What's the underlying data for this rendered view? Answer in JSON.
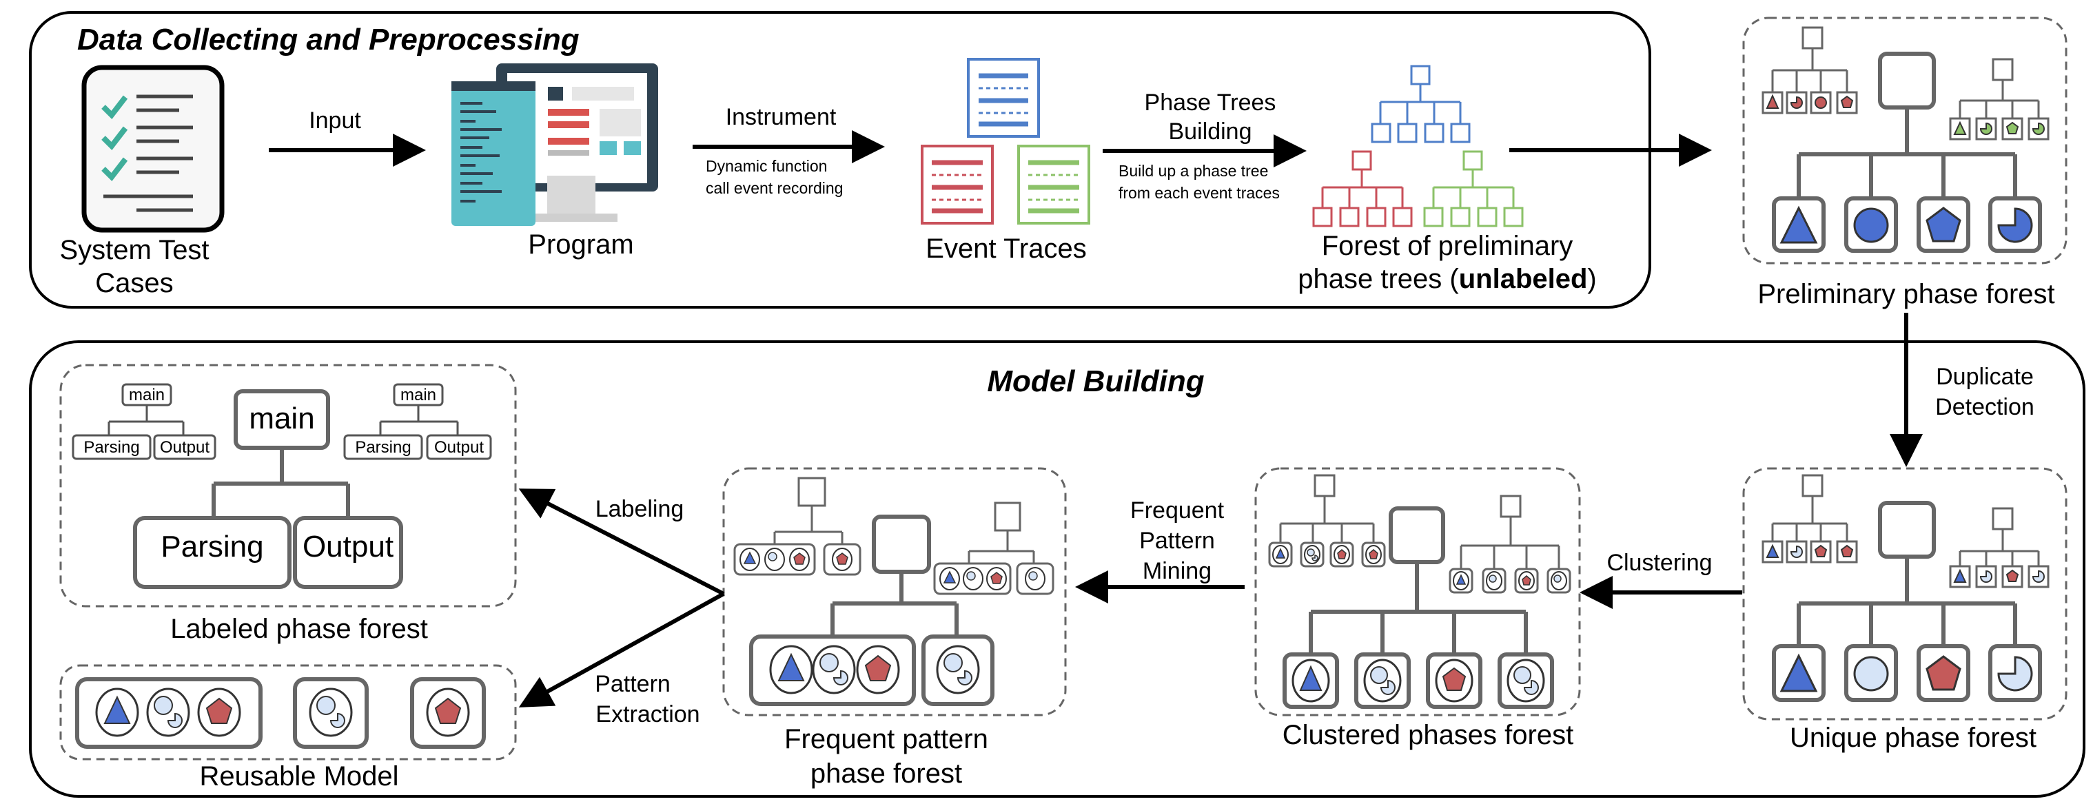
{
  "sections": {
    "top_title": "Data Collecting and Preprocessing",
    "bottom_title": "Model Building"
  },
  "top_labels": {
    "test_cases_line1": "System Test",
    "test_cases_line2": "Cases",
    "program": "Program",
    "event_traces": "Event Traces",
    "forest_line1": "Forest of preliminary",
    "forest_line2_pre": "phase trees (",
    "forest_line2_bold": "unlabeled",
    "forest_line2_post": ")",
    "preliminary_forest": "Preliminary phase forest"
  },
  "arrows": {
    "input": "Input",
    "instrument": "Instrument",
    "instrument_sub1": "Dynamic function",
    "instrument_sub2": "call event recording",
    "phase_trees_line1": "Phase Trees",
    "phase_trees_line2": "Building",
    "phase_trees_sub1": "Build up a phase tree",
    "phase_trees_sub2": "from each event traces",
    "duplicate_line1": "Duplicate",
    "duplicate_line2": "Detection",
    "clustering": "Clustering",
    "fpm_line1": "Frequent",
    "fpm_line2": "Pattern",
    "fpm_line3": "Mining",
    "labeling": "Labeling",
    "pattern_line1": "Pattern",
    "pattern_line2": "Extraction"
  },
  "bottom_labels": {
    "unique_forest": "Unique phase forest",
    "clustered_forest": "Clustered phases forest",
    "frequent_line1": "Frequent pattern",
    "frequent_line2": "phase forest",
    "labeled_forest": "Labeled phase forest",
    "reusable_model": "Reusable Model"
  },
  "tree_nodes": {
    "main_small": "main",
    "parsing_small": "Parsing",
    "output_small": "Output",
    "main_large": "main",
    "parsing_large": "Parsing",
    "output_large": "Output"
  },
  "colors": {
    "blue_shape": "#4a6fd0",
    "red_shape": "#c45a5a",
    "green_shape": "#8fc46a",
    "light_blue_shape": "#d6e4f7",
    "node_stroke": "#666666",
    "trace_blue": "#4f7fc9",
    "trace_red": "#c9505a",
    "trace_green": "#8cc269",
    "monitor_teal": "#5cbfc9",
    "monitor_dark": "#2f4251"
  }
}
